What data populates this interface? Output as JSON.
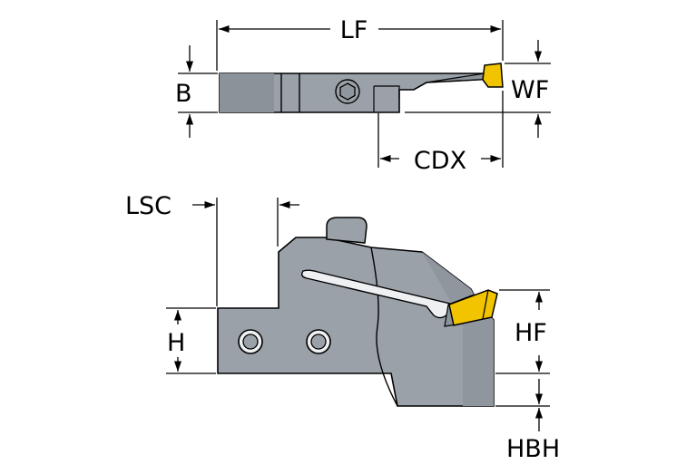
{
  "labels": {
    "LF": "LF",
    "B": "B",
    "WF": "WF",
    "CDX": "CDX",
    "LSC": "LSC",
    "H": "H",
    "HF": "HF",
    "HBH": "HBH"
  },
  "colors": {
    "body": "#9aa1a8",
    "body_dark": "#7f868d",
    "insert": "#f2c400",
    "line": "#000000"
  }
}
